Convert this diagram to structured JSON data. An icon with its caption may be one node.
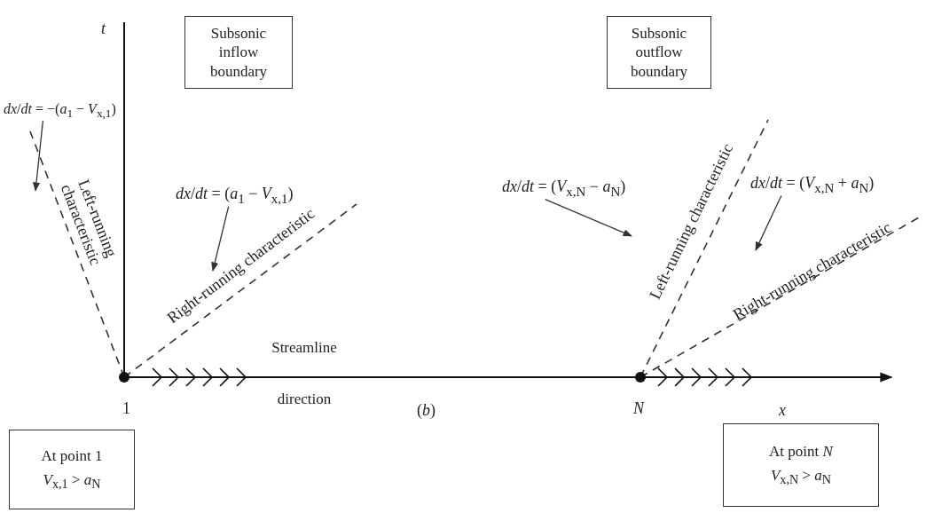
{
  "diagram": {
    "nodes": [
      {
        "text": [
          "Subsonic inflow boundary"
        ]
      },
      {
        "text": [
          "Subsonic outflow boundary"
        ]
      },
      {
        "text": [
          "At point 1",
          "*V*$_{x,1}$ > *a*$_{N}$"
        ]
      },
      {
        "text": [
          "At point *N*",
          "*V*$_{x,N}$ > *a*$_{N}$"
        ]
      },
      {
        "text": [
          "*dx*/*dt* = −(*a*$_{1}$ − *V*$_{x,1}$)"
        ]
      },
      {
        "text": [
          "*dx*/*dt* = (*a*$_{1}$ − *V*$_{x,1}$)"
        ]
      },
      {
        "text": [
          "*dx*/*dt* = (*V*$_{x,N}$ − *a*$_{N}$)"
        ]
      },
      {
        "text": [
          "*dx*/*dt* = (*V*$_{x,N}$ + *a*$_{N}$)"
        ]
      },
      {
        "text": [
          "Left-running characteristic"
        ]
      },
      {
        "text": [
          "Right-running characteristic"
        ]
      },
      {
        "text": [
          "Left-running characteristic"
        ]
      },
      {
        "text": [
          "Right-running characteristic"
        ]
      }
    ],
    "edges": [
      {
        "from": 4,
        "to": 8,
        "arrow": "to"
      },
      {
        "from": 5,
        "to": 9,
        "arrow": "to"
      },
      {
        "from": 6,
        "to": 10,
        "arrow": "to"
      },
      {
        "from": 7,
        "to": 11,
        "arrow": "to"
      }
    ],
    "labels": [
      "*t*",
      "*x*",
      "1",
      "*N*",
      "(*b*)",
      "Streamline direction"
    ]
  }
}
